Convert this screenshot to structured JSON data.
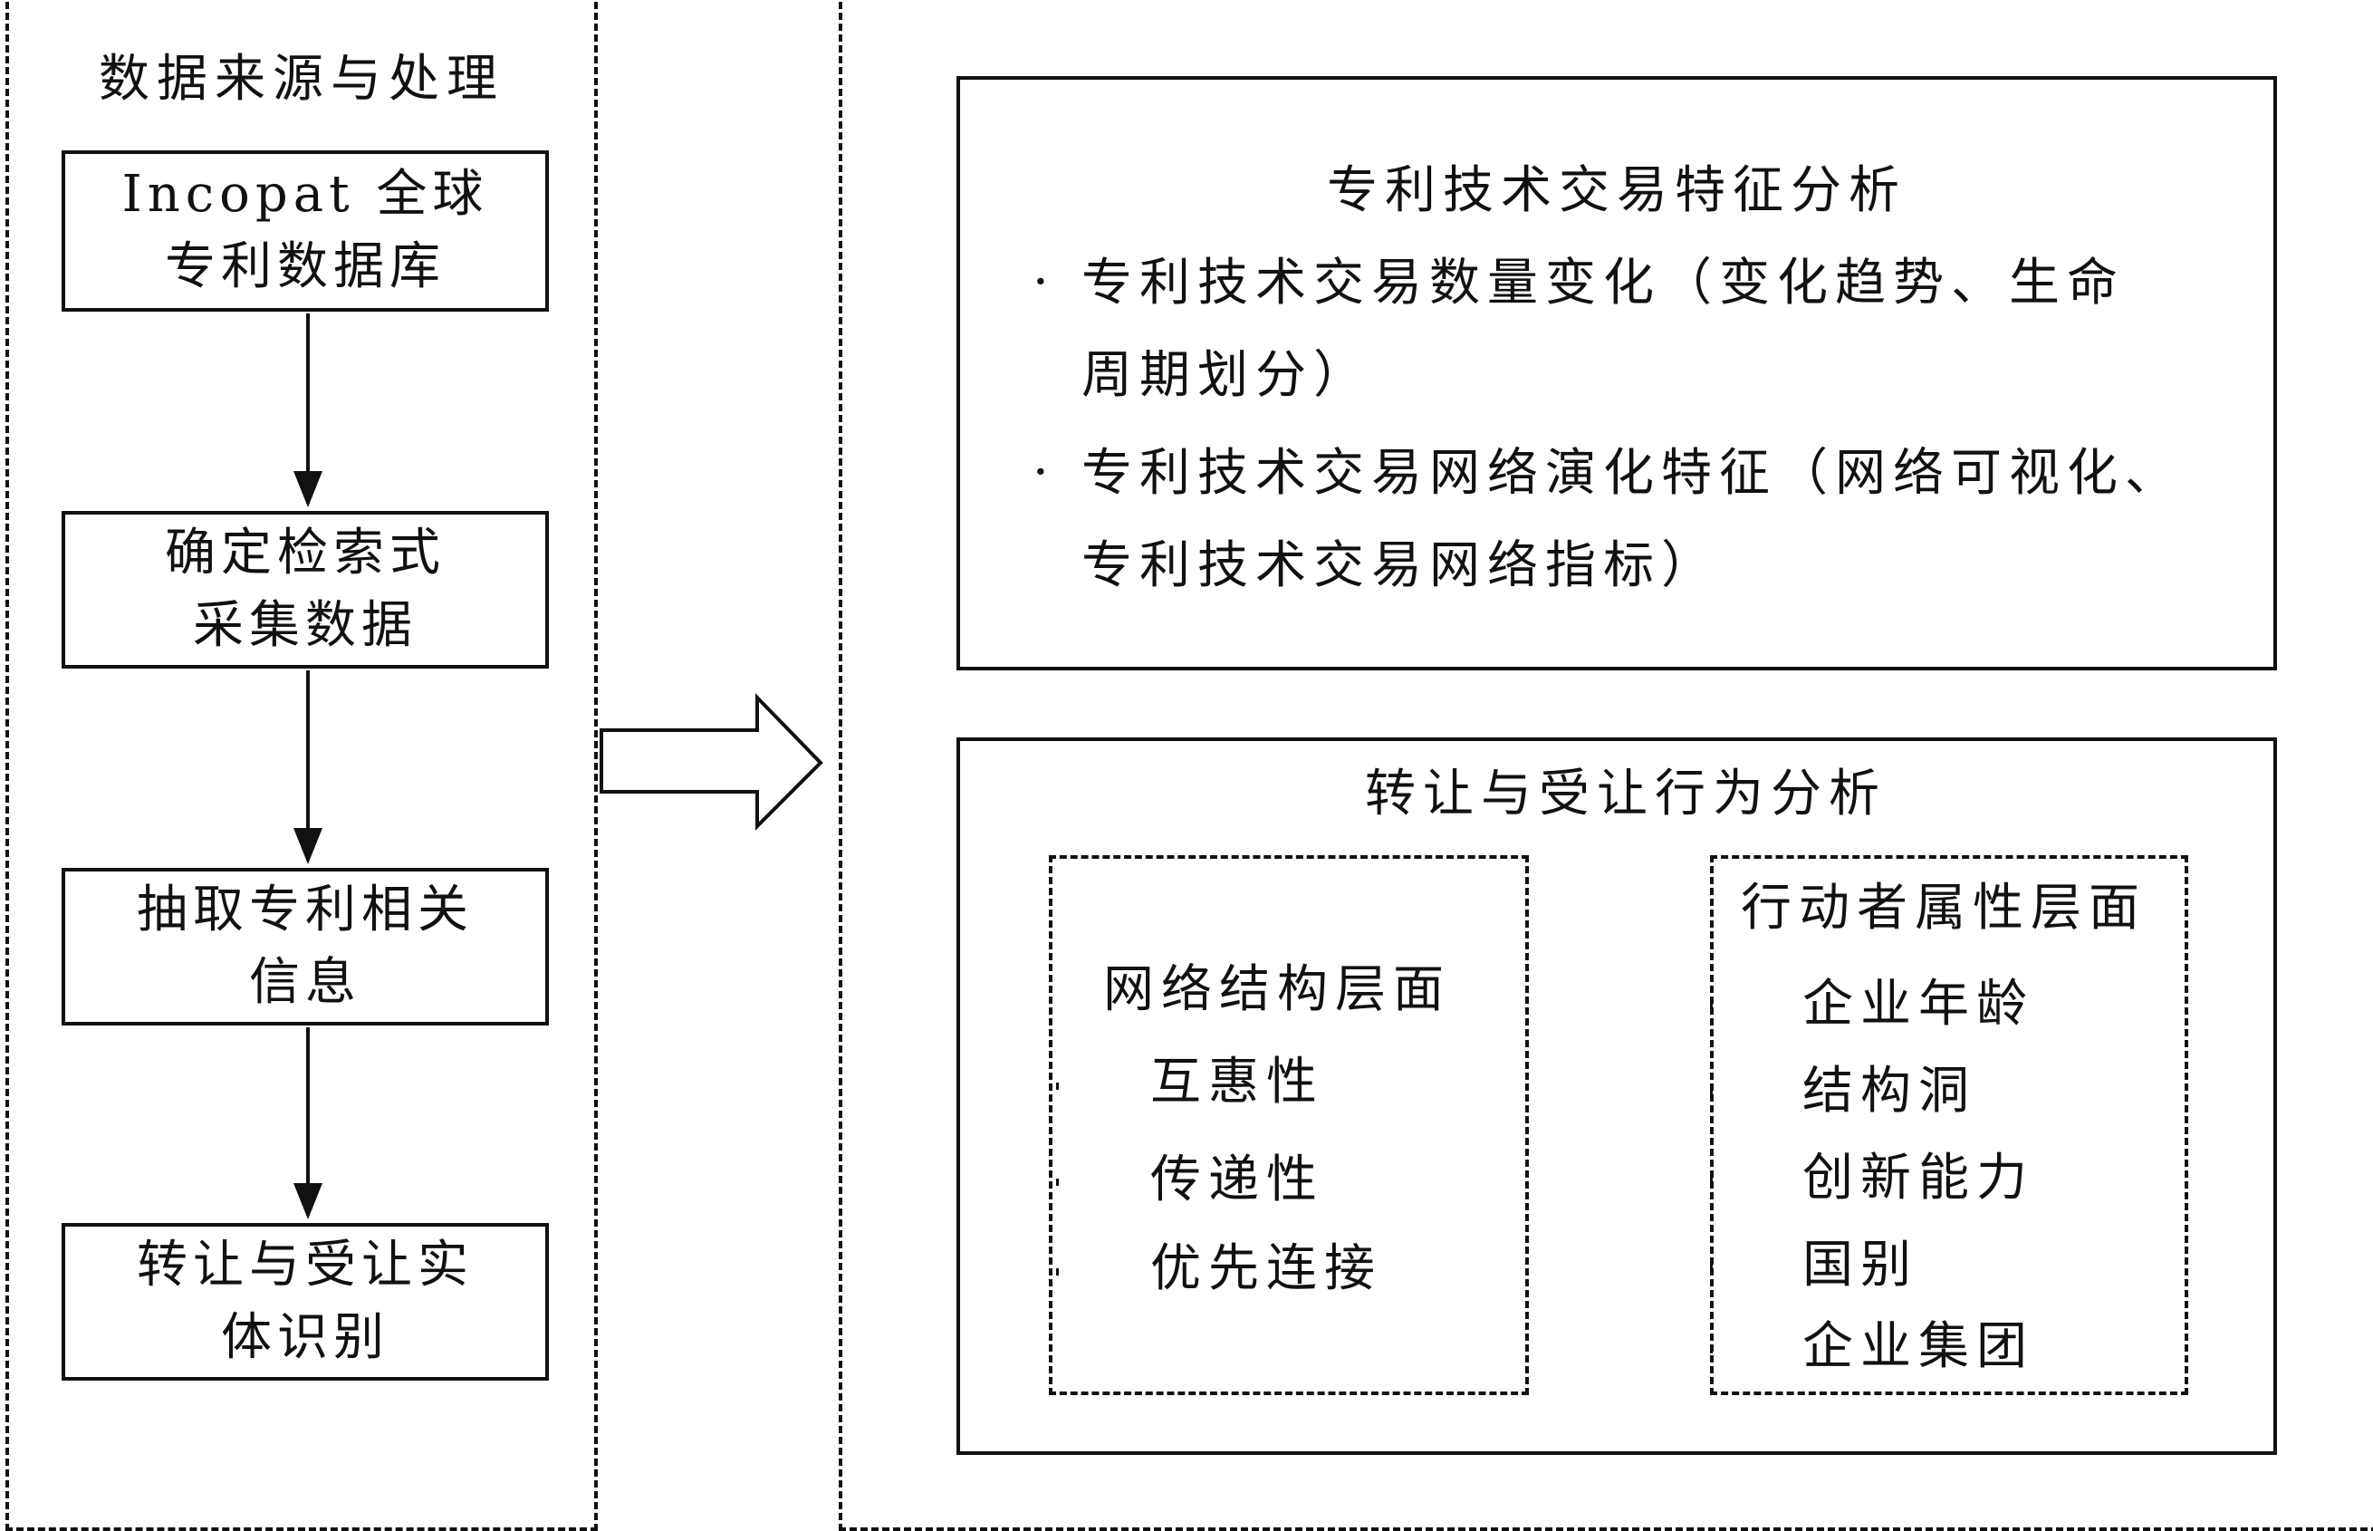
{
  "left_panel": {
    "title": "数据来源与处理",
    "steps": [
      {
        "lines": [
          "Incopat 全球",
          "专利数据库"
        ]
      },
      {
        "lines": [
          "确定检索式",
          "采集数据"
        ]
      },
      {
        "lines": [
          "抽取专利相关",
          "信息"
        ]
      },
      {
        "lines": [
          "转让与受让实",
          "体识别"
        ]
      }
    ]
  },
  "top_box": {
    "title": "专利技术交易特征分析",
    "bullets": [
      {
        "line1": "专利技术交易数量变化（变化趋势、生命",
        "line2": "周期划分）"
      },
      {
        "line1": "专利技术交易网络演化特征（网络可视化、",
        "line2": "专利技术交易网络指标）"
      }
    ],
    "bullet_symbol": "·"
  },
  "bottom_box": {
    "title": "转让与受让行为分析",
    "network": {
      "title": "网络结构层面",
      "items": [
        "互惠性",
        "传递性",
        "优先连接"
      ]
    },
    "actor": {
      "title": "行动者属性层面",
      "items": [
        "企业年龄",
        "结构洞",
        "创新能力",
        "国别",
        "企业集团"
      ]
    }
  }
}
